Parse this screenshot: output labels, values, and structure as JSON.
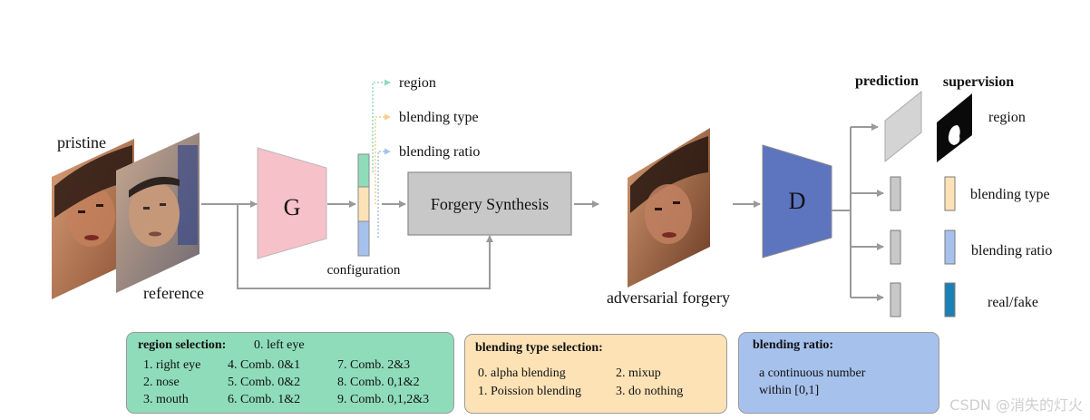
{
  "inputs": {
    "pristine_label": "pristine",
    "reference_label": "reference"
  },
  "generator": {
    "label": "G",
    "config_label": "configuration"
  },
  "config_outputs": [
    "region",
    "blending type",
    "blending ratio"
  ],
  "synthesis": {
    "label": "Forgery Synthesis"
  },
  "forgery": {
    "label": "adversarial forgery"
  },
  "discriminator": {
    "label": "D"
  },
  "headers": {
    "prediction": "prediction",
    "supervision": "supervision"
  },
  "supervision_labels": [
    "region",
    "blending type",
    "blending ratio",
    "real/fake"
  ],
  "colors": {
    "green": "#8fdcbb",
    "orange": "#fde2b6",
    "blue": "#a6c1ec",
    "pink": "#f6c1c8",
    "dblue": "#5d74bf",
    "teal": "#1b80b6",
    "gray": "#c8c8c8"
  },
  "region_box": {
    "title": "region selection:",
    "head_item": "0. left eye",
    "col1": [
      "1. right eye",
      "2. nose",
      "3. mouth"
    ],
    "col2": [
      "4. Comb. 0&1",
      "5. Comb. 0&2",
      "6. Comb. 1&2"
    ],
    "col3": [
      "7. Comb. 2&3",
      "8. Comb. 0,1&2",
      "9. Comb. 0,1,2&3"
    ]
  },
  "blend_box": {
    "title": "blending type selection:",
    "col1": [
      "0. alpha blending",
      "1. Poission blending"
    ],
    "col2": [
      "2. mixup",
      "3. do nothing"
    ]
  },
  "ratio_box": {
    "title": "blending ratio:",
    "lines": [
      "a continuous number",
      "within [0,1]"
    ]
  },
  "watermark": "CSDN @消失的灯火"
}
